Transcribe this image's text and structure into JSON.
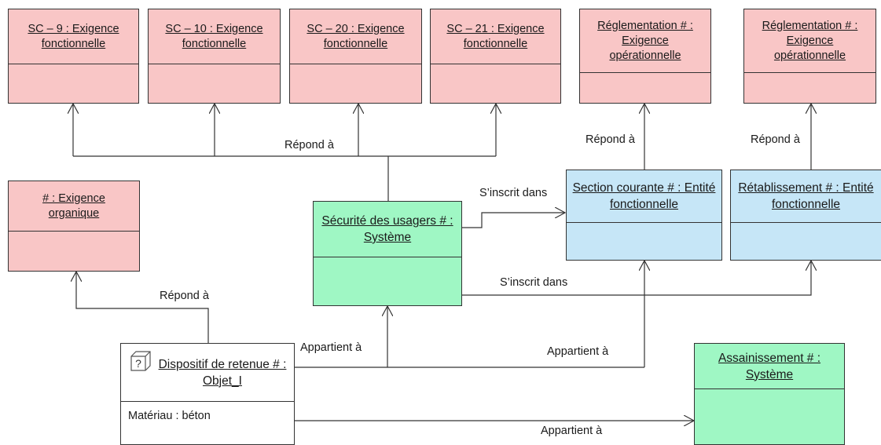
{
  "requirements": [
    {
      "title": "SC – 9 : Exigence fonctionnelle"
    },
    {
      "title": "SC – 10 : Exigence fonctionnelle"
    },
    {
      "title": "SC – 20 : Exigence fonctionnelle"
    },
    {
      "title": "SC – 21 : Exigence fonctionnelle"
    },
    {
      "title": "Réglementation # : Exigence opérationnelle"
    },
    {
      "title": "Réglementation # : Exigence opérationnelle"
    },
    {
      "title": "# : Exigence organique"
    }
  ],
  "entities": [
    {
      "title": "Section courante # : Entité fonctionnelle"
    },
    {
      "title": "Rétablissement # : Entité fonctionnelle"
    }
  ],
  "systems": [
    {
      "title": "Sécurité des usagers # : Système"
    },
    {
      "title": "Assainissement # : Système"
    }
  ],
  "object": {
    "title": "Dispositif de retenue # : Objet_I",
    "attribute": "Matériau : béton",
    "icon": "question-cube-icon"
  },
  "relations": [
    {
      "label": "Répond à"
    },
    {
      "label": "Répond à"
    },
    {
      "label": "Répond à"
    },
    {
      "label": "Répond à"
    },
    {
      "label": "S’inscrit dans"
    },
    {
      "label": "S’inscrit dans"
    },
    {
      "label": "Appartient à"
    },
    {
      "label": "Appartient à"
    },
    {
      "label": "Appartient à"
    }
  ],
  "colors": {
    "requirement": "#f9c6c6",
    "entity": "#c6e6f7",
    "system": "#9ff7c4",
    "object": "#ffffff",
    "line": "#333333"
  }
}
